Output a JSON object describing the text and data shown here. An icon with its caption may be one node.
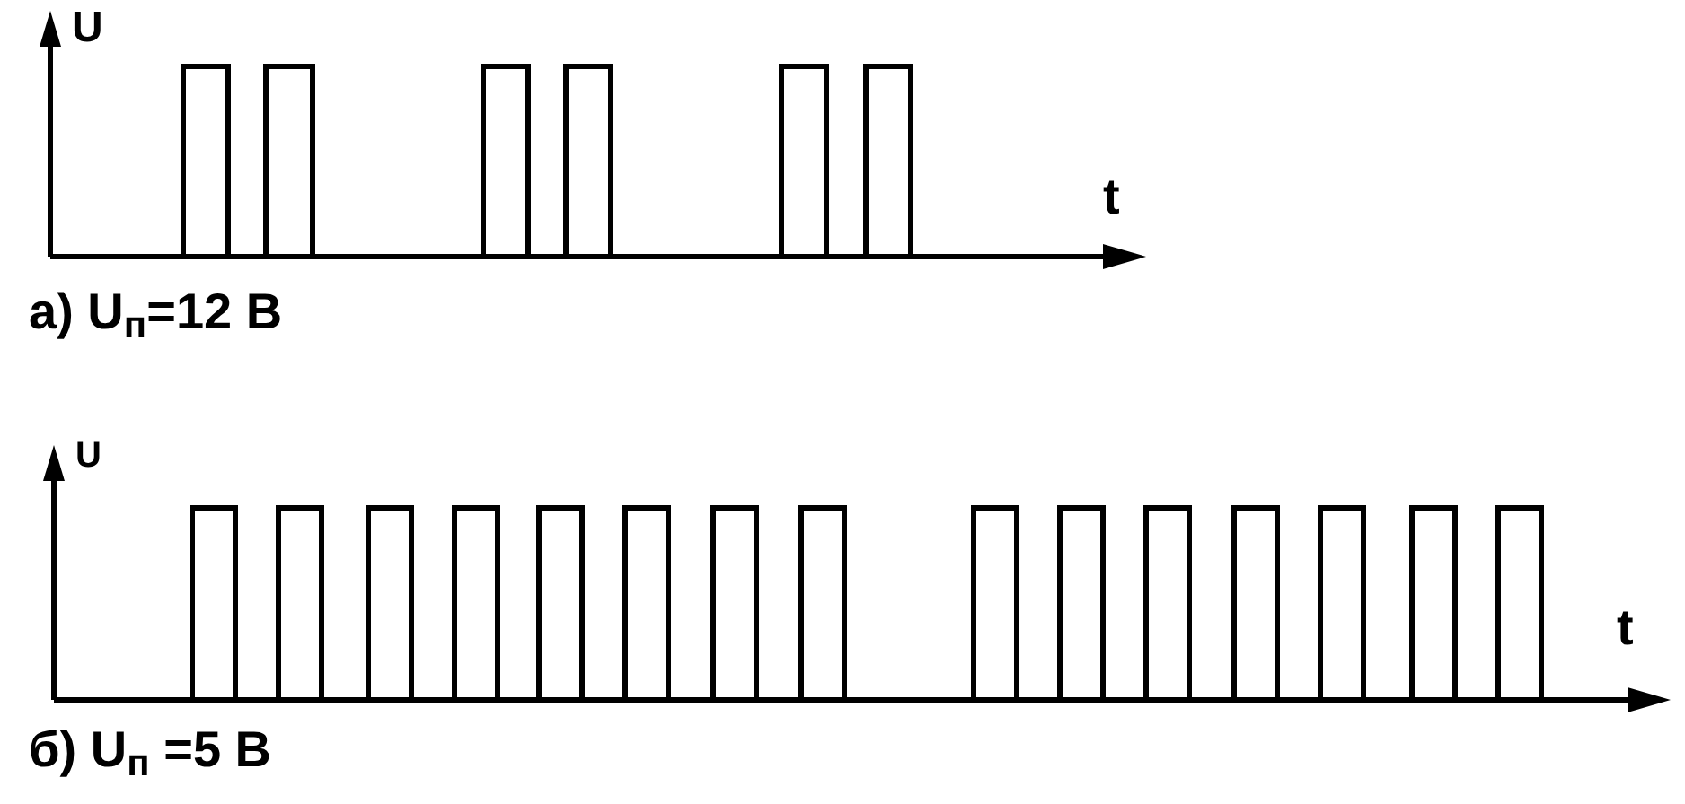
{
  "diagram": {
    "labels": [
      "U",
      "t",
      "а) U$_{п}$=12 В",
      "U",
      "t",
      "б) U$_{п}$ =5 В"
    ]
  }
}
